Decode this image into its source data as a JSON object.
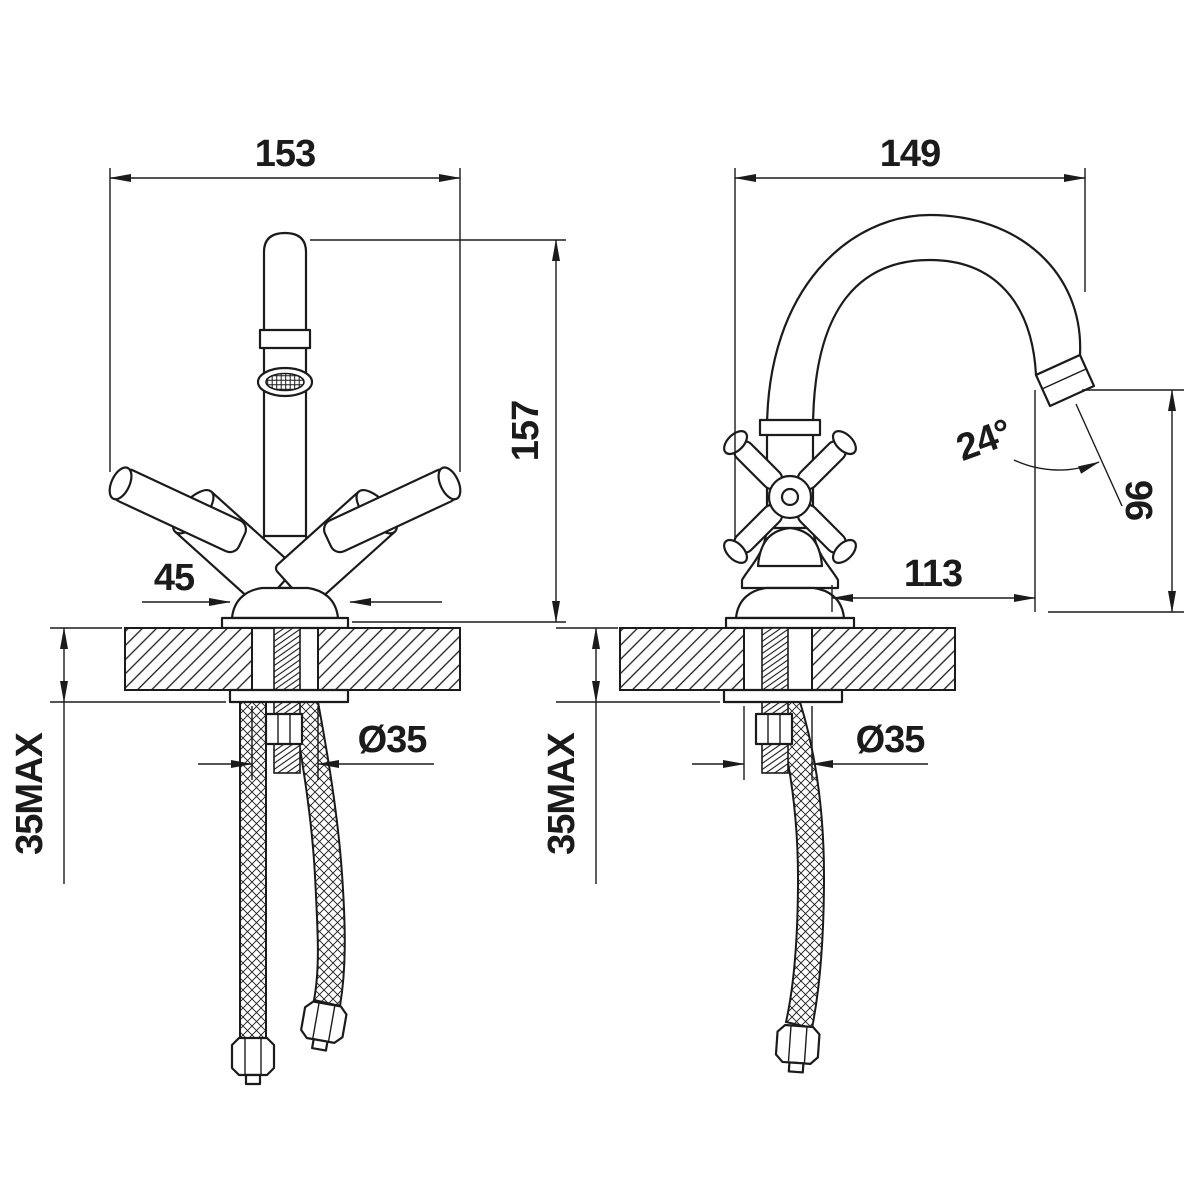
{
  "drawing": {
    "front": {
      "width": "153",
      "height": "157",
      "base_width": "45",
      "hole_diameter": "Ø35",
      "max_deck": "35MAX"
    },
    "side": {
      "width": "149",
      "spout_angle": "24°",
      "spout_drop": "96",
      "spout_reach": "113",
      "hole_diameter": "Ø35",
      "max_deck": "35MAX"
    }
  },
  "colors": {
    "line": "#1b1b1b",
    "background": "#ffffff"
  }
}
